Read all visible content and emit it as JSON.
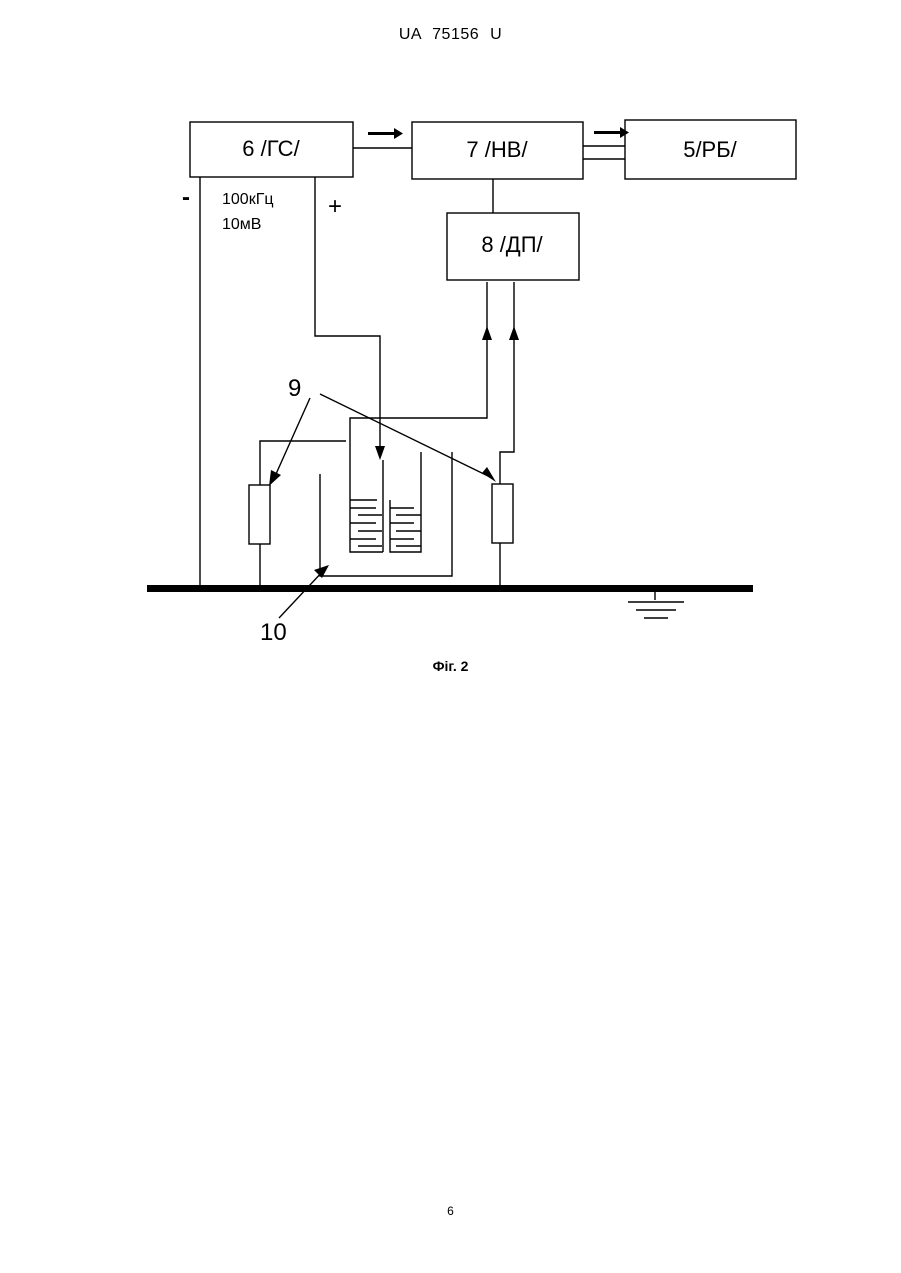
{
  "header": {
    "doc_id": "UA  75156  U"
  },
  "blocks": {
    "gs": "6 /ГС/",
    "nv": "7 /НВ/",
    "rb": "5/РБ/",
    "dp": "8 /ДП/"
  },
  "labels": {
    "minus": "-",
    "plus": "+",
    "frequency": "100кГц",
    "voltage": "10мВ",
    "ref_9": "9",
    "ref_10": "10"
  },
  "caption": "Фіг. 2",
  "page_number": "6"
}
